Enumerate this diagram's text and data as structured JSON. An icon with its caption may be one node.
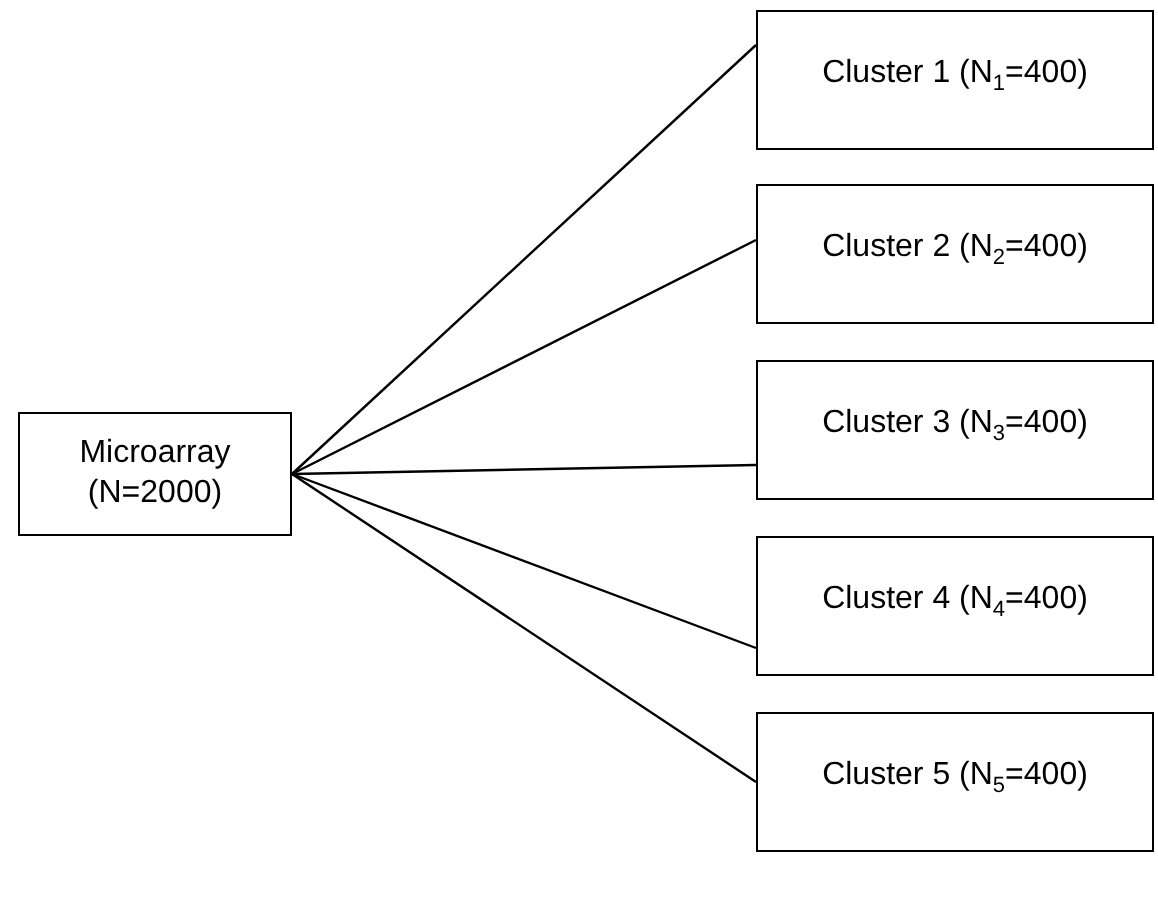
{
  "diagram": {
    "nodes": [
      {
        "text": [
          "Microarray (N=2000)"
        ]
      },
      {
        "text": [
          "Cluster 1 (N$_{1}$=400)"
        ]
      },
      {
        "text": [
          "Cluster 2 (N$_{2}$=400)"
        ]
      },
      {
        "text": [
          "Cluster 3 (N$_{3}$=400)"
        ]
      },
      {
        "text": [
          "Cluster 4 (N$_{4}$=400)"
        ]
      },
      {
        "text": [
          "Cluster 5 (N$_{5}$=400)"
        ]
      }
    ],
    "edges": [
      {
        "from": 0,
        "to": 1,
        "arrow": "none"
      },
      {
        "from": 0,
        "to": 2,
        "arrow": "none"
      },
      {
        "from": 0,
        "to": 3,
        "arrow": "none"
      },
      {
        "from": 0,
        "to": 4,
        "arrow": "none"
      },
      {
        "from": 0,
        "to": 5,
        "arrow": "none"
      }
    ]
  }
}
